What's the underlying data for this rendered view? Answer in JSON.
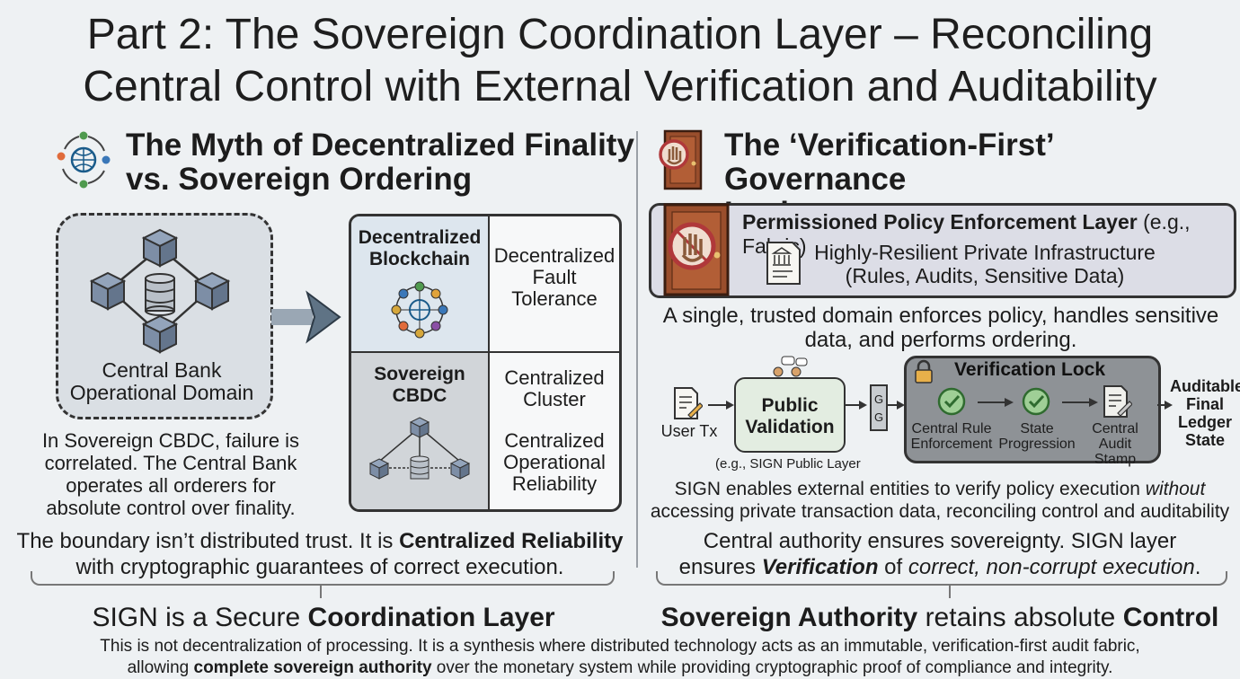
{
  "title": {
    "line1": "Part 2: The Sovereign Coordination Layer – Reconciling",
    "line2": "Central Control with External Verification and Auditability"
  },
  "left": {
    "heading_line1": "The Myth of Decentralized Finality",
    "heading_line2": "vs. Sovereign Ordering",
    "domain_label_line1": "Central Bank",
    "domain_label_line2": "Operational Domain",
    "grid": {
      "tl_line1": "Decentralized",
      "tl_line2": "Blockchain",
      "tr_line1": "Decentralized",
      "tr_line2": "Fault",
      "tr_line3": "Tolerance",
      "bl_line1": "Sovereign",
      "bl_line2": "CBDC",
      "br_a_line1": "Centralized",
      "br_a_line2": "Cluster",
      "br_b_line1": "Centralized",
      "br_b_line2": "Operational",
      "br_b_line3": "Reliability"
    },
    "para_line1": "In Sovereign CBDC, failure is",
    "para_line2": "correlated. The Central Bank",
    "para_line3": "operates all orderers for",
    "para_line4": "absolute control over finality.",
    "boundary_pre": "The boundary isn’t distributed trust. It is ",
    "boundary_bold": "Centralized Reliability",
    "boundary_line2": "with cryptographic guarantees of correct execution.",
    "summary_pre": "SIGN is a Secure ",
    "summary_bold": "Coordination Layer"
  },
  "right": {
    "heading_line1": "The ‘Verification-First’ Governance",
    "heading_line2": "Lock",
    "policy_title_bold": "Permissioned Policy Enforcement Layer",
    "policy_title_rest": " (e.g., Fabric)",
    "policy_sub_line1": "Highly-Resilient Private Infrastructure",
    "policy_sub_line2": "(Rules, Audits, Sensitive Data)",
    "policy_desc_line1": "A single, trusted domain enforces policy, handles sensitive",
    "policy_desc_line2": "data, and performs ordering.",
    "flow": {
      "user_tx": "User Tx",
      "public_validation_line1": "Public",
      "public_validation_line2": "Validation",
      "public_layer_note": "(e.g., SIGN Public Layer",
      "gate_letter": "G",
      "verification_lock": "Verification Lock",
      "step1_line1": "Central Rule",
      "step1_line2": "Enforcement",
      "step2_line1": "State",
      "step2_line2": "Progression",
      "step3_line1": "Central",
      "step3_line2": "Audit Stamp",
      "final_line1": "Auditable",
      "final_line2": "Final",
      "final_line3": "Ledger",
      "final_line4": "State"
    },
    "sign_line1_pre": "SIGN enables external entities to verify policy execution ",
    "sign_line1_italic": "without",
    "sign_line2": "accessing private transaction data, reconciling control and auditability",
    "authority_line1": "Central authority ensures sovereignty. SIGN layer",
    "authority_line2_pre": "ensures ",
    "authority_line2_bold": "Verification",
    "authority_line2_mid": " of ",
    "authority_line2_italic": "correct, non-corrupt execution",
    "authority_line2_end": ".",
    "summary_bold1": "Sovereign Authority",
    "summary_mid": " retains absolute ",
    "summary_bold2": "Control"
  },
  "footer": {
    "line1": "This is not decentralization of processing. It is a synthesis where distributed technology acts as an immutable, verification-first audit fabric,",
    "line2_pre": "allowing ",
    "line2_bold": "complete sovereign authority",
    "line2_rest": " over the monetary system while providing cryptographic proof of compliance and integrity."
  },
  "colors": {
    "background": "#eef1f3",
    "panel_dark": "#8e9296",
    "policy_panel": "#dcdde6",
    "check_green": "#5aa55a",
    "stop_red": "#b0383a",
    "door_brown": "#9a4e2c"
  }
}
